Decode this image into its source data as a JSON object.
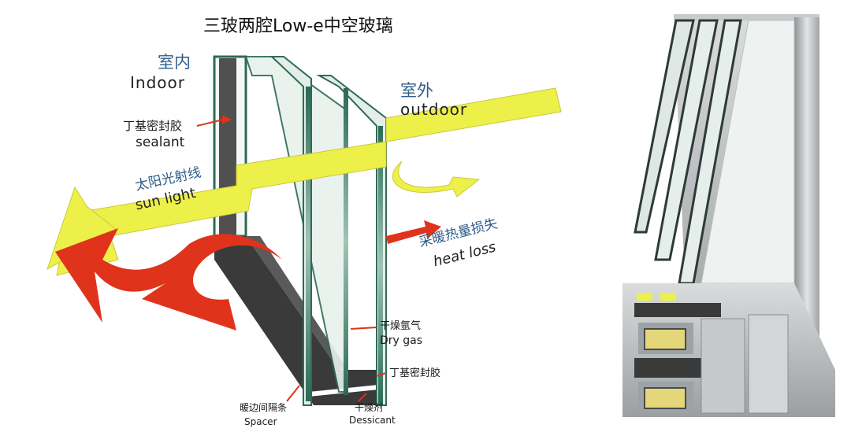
{
  "title": "三玻两腔Low-e中空玻璃",
  "indoor": {
    "cn": "室内",
    "en": "Indoor"
  },
  "outdoor": {
    "cn": "室外",
    "en": "outdoor"
  },
  "sealant": {
    "cn": "丁基密封胶",
    "en": "sealant"
  },
  "sun_light": {
    "cn": "太阳光射线",
    "en": "sun light"
  },
  "heat_loss": {
    "cn": "采暖热量损失",
    "en": "heat loss"
  },
  "dry_gas": {
    "cn": "干燥氩气",
    "en": "Dry gas"
  },
  "sealant_bottom": {
    "cn": "丁基密封胶"
  },
  "spacer": {
    "cn": "暖边间隔条",
    "en": "Spacer"
  },
  "dessicant": {
    "cn": "干燥剂",
    "en": "Dessicant"
  },
  "colors": {
    "yellow_arrow": "#eef04a",
    "red_arrow": "#e0331c",
    "glass_edge": "#2e6b55",
    "spacer_dark": "#3a3a3a",
    "label_blue": "#2f5d8a",
    "frame_gray": "#b8bcbf"
  }
}
